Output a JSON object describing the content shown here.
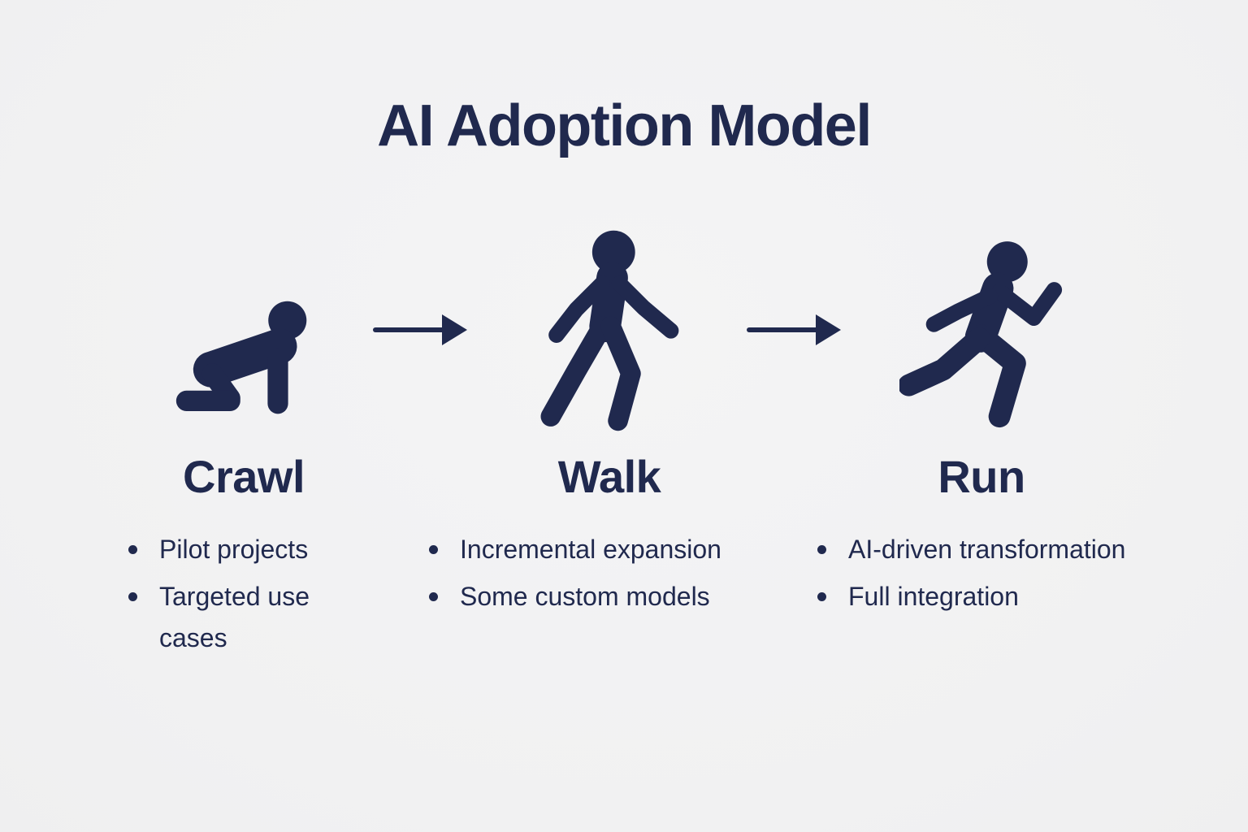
{
  "page": {
    "background_color": "#f2f2f3",
    "ink_color": "#20294e"
  },
  "title": "AI Adoption Model",
  "stages": [
    {
      "id": "crawl",
      "label": "Crawl",
      "icon": "crawling-baby-icon",
      "bullets": [
        "Pilot projects",
        "Targeted use cases"
      ]
    },
    {
      "id": "walk",
      "label": "Walk",
      "icon": "walking-person-icon",
      "bullets": [
        "Incremental expansion",
        "Some custom models"
      ]
    },
    {
      "id": "run",
      "label": "Run",
      "icon": "running-person-icon",
      "bullets": [
        "AI-driven transformation",
        "Full integration"
      ]
    }
  ],
  "connectors": [
    {
      "icon": "right-arrow-icon"
    },
    {
      "icon": "right-arrow-icon"
    }
  ]
}
